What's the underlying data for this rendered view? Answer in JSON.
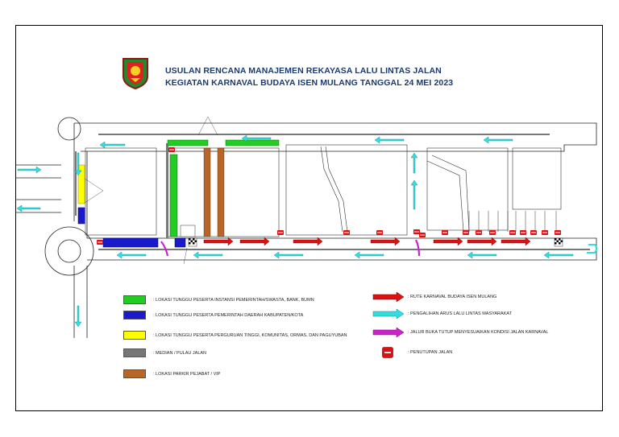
{
  "title": {
    "line1": "USULAN RENCANA MANAJEMEN REKAYASA LALU LINTAS JALAN",
    "line2": "KEGIATAN KARNAVAL BUDAYA ISEN MULANG TANGGAL 24 MEI 2023"
  },
  "legend": {
    "left": [
      {
        "color": "#22cc22",
        "text": ": LOKASI TUNGGU PESERTA INSTANSI PEMERINTAH/SWASTA, BANK, BUMN"
      },
      {
        "color": "#1a1acc",
        "text": ": LOKASI TUNGGU PESERTA PEMERINTAH DAERAH KABUPATEN/KOTA"
      },
      {
        "color": "#ffff00",
        "text": ": LOKASI TUNGGU PESERTA PERGURUAN TINGGI, KOMUNITAS, ORMAS, DAN PAGUYUBAN"
      },
      {
        "color": "#777777",
        "text": ": MEDIAN / PULAU JALAN"
      },
      {
        "color": "#b8652a",
        "text": ": LOKASI PARKIR PEJABAT / VIP"
      }
    ],
    "right": [
      {
        "icon": "red-arrow",
        "text": ": RUTE KARNAVAL BUDAYA ISEN MULANG"
      },
      {
        "icon": "cyan-arrow",
        "text": ": PENGALIHAN ARUS LALU LINTAS MASYARAKAT"
      },
      {
        "icon": "magenta-arrow",
        "text": ": JALUR BUKA TUTUP MENYESUAIKAN KONDISI JALAN KARNAVAL"
      },
      {
        "icon": "no-entry",
        "text": ": PENUTUPAN JALAN"
      }
    ]
  },
  "colors": {
    "route": "#dd1111",
    "diversion": "#33dddd",
    "open_close": "#cc22cc",
    "closure": "#dd1111",
    "green_zone": "#22cc22",
    "blue_zone": "#1a1acc",
    "yellow_zone": "#ffff00",
    "median": "#777777",
    "vip_parking": "#b8652a"
  }
}
